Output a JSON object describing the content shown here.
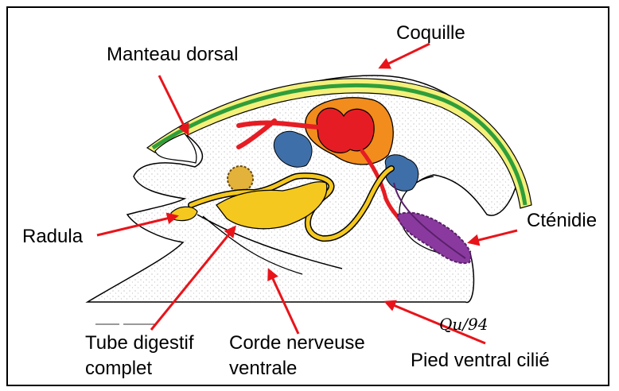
{
  "labels": {
    "coquille": "Coquille",
    "manteau_dorsal": "Manteau dorsal",
    "radula": "Radula",
    "ctenidie": "Cténidie",
    "tube_digestif_1": "Tube digestif",
    "tube_digestif_2": "complet",
    "corde_nerveuse_1": "Corde nerveuse",
    "corde_nerveuse_2": "ventrale",
    "pied_ventral": "Pied ventral cilié"
  },
  "signature": "Qu/94",
  "colors": {
    "arrow": "#e8141a",
    "shell_green": "#2f9e3a",
    "shell_yellow": "#f4f07a",
    "gut_yellow": "#f4c81e",
    "heart_red": "#e61c24",
    "gonad_orange": "#f28c1c",
    "gland_blue": "#3f6fa8",
    "gill_purple": "#8a3a9e"
  }
}
